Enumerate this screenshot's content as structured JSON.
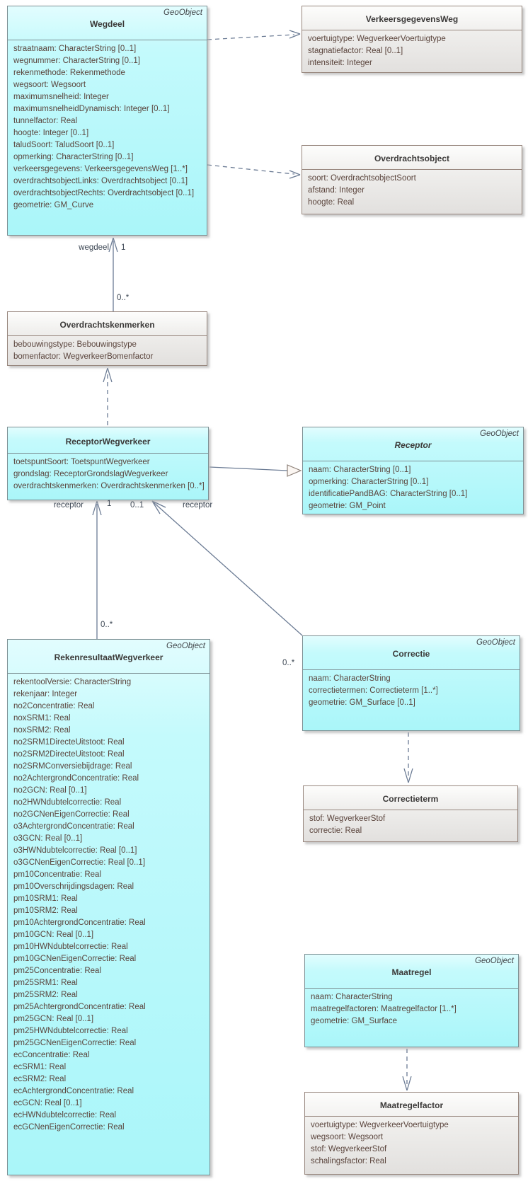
{
  "diagram": {
    "colors": {
      "class_fill_cyan": "#aaf6f9",
      "class_fill_gray": "#e2e0de",
      "border_cyan": "#7d9094",
      "border_gray": "#98877e",
      "connector": "#6b7b94"
    },
    "classes": {
      "wegdeel": {
        "stereotype": "GeoObject",
        "name": "Wegdeel",
        "attributes": [
          "straatnaam: CharacterString [0..1]",
          "wegnummer: CharacterString [0..1]",
          "rekenmethode: Rekenmethode",
          "wegsoort: Wegsoort",
          "maximumsnelheid: Integer",
          "maximumsnelheidDynamisch: Integer [0..1]",
          "tunnelfactor: Real",
          "hoogte: Integer [0..1]",
          "taludSoort: TaludSoort [0..1]",
          "opmerking: CharacterString [0..1]",
          "verkeersgegevens: VerkeersgegevensWeg [1..*]",
          "overdrachtsobjectLinks: Overdrachtsobject [0..1]",
          "overdrachtsobjectRechts: Overdrachtsobject [0..1]",
          "geometrie: GM_Curve"
        ]
      },
      "verkeersgegevensweg": {
        "name": "VerkeersgegevensWeg",
        "attributes": [
          "voertuigtype: WegverkeerVoertuigtype",
          "stagnatiefactor: Real [0..1]",
          "intensiteit: Integer"
        ]
      },
      "overdrachtsobject": {
        "name": "Overdrachtsobject",
        "attributes": [
          "soort: OverdrachtsobjectSoort",
          "afstand: Integer",
          "hoogte: Real"
        ]
      },
      "overdrachtskenmerken": {
        "name": "Overdrachtskenmerken",
        "attributes": [
          "bebouwingstype: Bebouwingstype",
          "bomenfactor: WegverkeerBomenfactor"
        ]
      },
      "receptorwegverkeer": {
        "name": "ReceptorWegverkeer",
        "attributes": [
          "toetspuntSoort: ToetspuntWegverkeer",
          "grondslag: ReceptorGrondslagWegverkeer",
          "overdrachtskenmerken: Overdrachtskenmerken [0..*]"
        ]
      },
      "receptor": {
        "stereotype": "GeoObject",
        "name": "Receptor",
        "attributes": [
          "naam: CharacterString [0..1]",
          "opmerking: CharacterString [0..1]",
          "identificatiePandBAG: CharacterString [0..1]",
          "geometrie: GM_Point"
        ]
      },
      "rekenresultaatwegverkeer": {
        "stereotype": "GeoObject",
        "name": "RekenresultaatWegverkeer",
        "attributes": [
          "rekentoolVersie: CharacterString",
          "rekenjaar: Integer",
          "no2Concentratie: Real",
          "noxSRM1: Real",
          "noxSRM2: Real",
          "no2SRM1DirecteUitstoot: Real",
          "no2SRM2DirecteUitstoot: Real",
          "no2SRMConversiebijdrage: Real",
          "no2AchtergrondConcentratie: Real",
          "no2GCN: Real [0..1]",
          "no2HWNdubtelcorrectie: Real",
          "no2GCNenEigenCorrectie: Real",
          "o3AchtergrondConcentratie: Real",
          "o3GCN: Real [0..1]",
          "o3HWNdubtelcorrectie: Real [0..1]",
          "o3GCNenEigenCorrectie: Real [0..1]",
          "pm10Concentratie: Real",
          "pm10Overschrijdingsdagen: Real",
          "pm10SRM1: Real",
          "pm10SRM2: Real",
          "pm10AchtergrondConcentratie: Real",
          "pm10GCN: Real [0..1]",
          "pm10HWNdubtelcorrectie: Real",
          "pm10GCNenEigenCorrectie: Real",
          "pm25Concentratie: Real",
          "pm25SRM1: Real",
          "pm25SRM2: Real",
          "pm25AchtergrondConcentratie: Real",
          "pm25GCN: Real [0..1]",
          "pm25HWNdubtelcorrectie: Real",
          "pm25GCNenEigenCorrectie: Real",
          "ecConcentratie: Real",
          "ecSRM1: Real",
          "ecSRM2: Real",
          "ecAchtergrondConcentratie: Real",
          "ecGCN: Real [0..1]",
          "ecHWNdubtelcorrectie: Real",
          "ecGCNenEigenCorrectie: Real"
        ]
      },
      "correctie": {
        "stereotype": "GeoObject",
        "name": "Correctie",
        "attributes": [
          "naam: CharacterString",
          "correctietermen: Correctieterm [1..*]",
          "geometrie: GM_Surface [0..1]"
        ]
      },
      "correctieterm": {
        "name": "Correctieterm",
        "attributes": [
          "stof: WegverkeerStof",
          "correctie: Real"
        ]
      },
      "maatregel": {
        "stereotype": "GeoObject",
        "name": "Maatregel",
        "attributes": [
          "naam: CharacterString",
          "maatregelfactoren: Maatregelfactor [1..*]",
          "geometrie: GM_Surface"
        ]
      },
      "maatregelfactor": {
        "name": "Maatregelfactor",
        "attributes": [
          "voertuigtype: WegverkeerVoertuigtype",
          "wegsoort: Wegsoort",
          "stof: WegverkeerStof",
          "schalingsfactor: Real"
        ]
      }
    },
    "edge_labels": {
      "wegdeel_role": "wegdeel",
      "wegdeel_mult_one": "1",
      "overdrachtskenmerken_mult_many": "0..*",
      "receptor_role_left": "receptor",
      "receptor_mult_one": "1",
      "receptor_mult_optional": "0..1",
      "receptor_role_right": "receptor",
      "rekenresultaat_mult_many": "0..*",
      "correctie_mult_many": "0..*"
    }
  }
}
